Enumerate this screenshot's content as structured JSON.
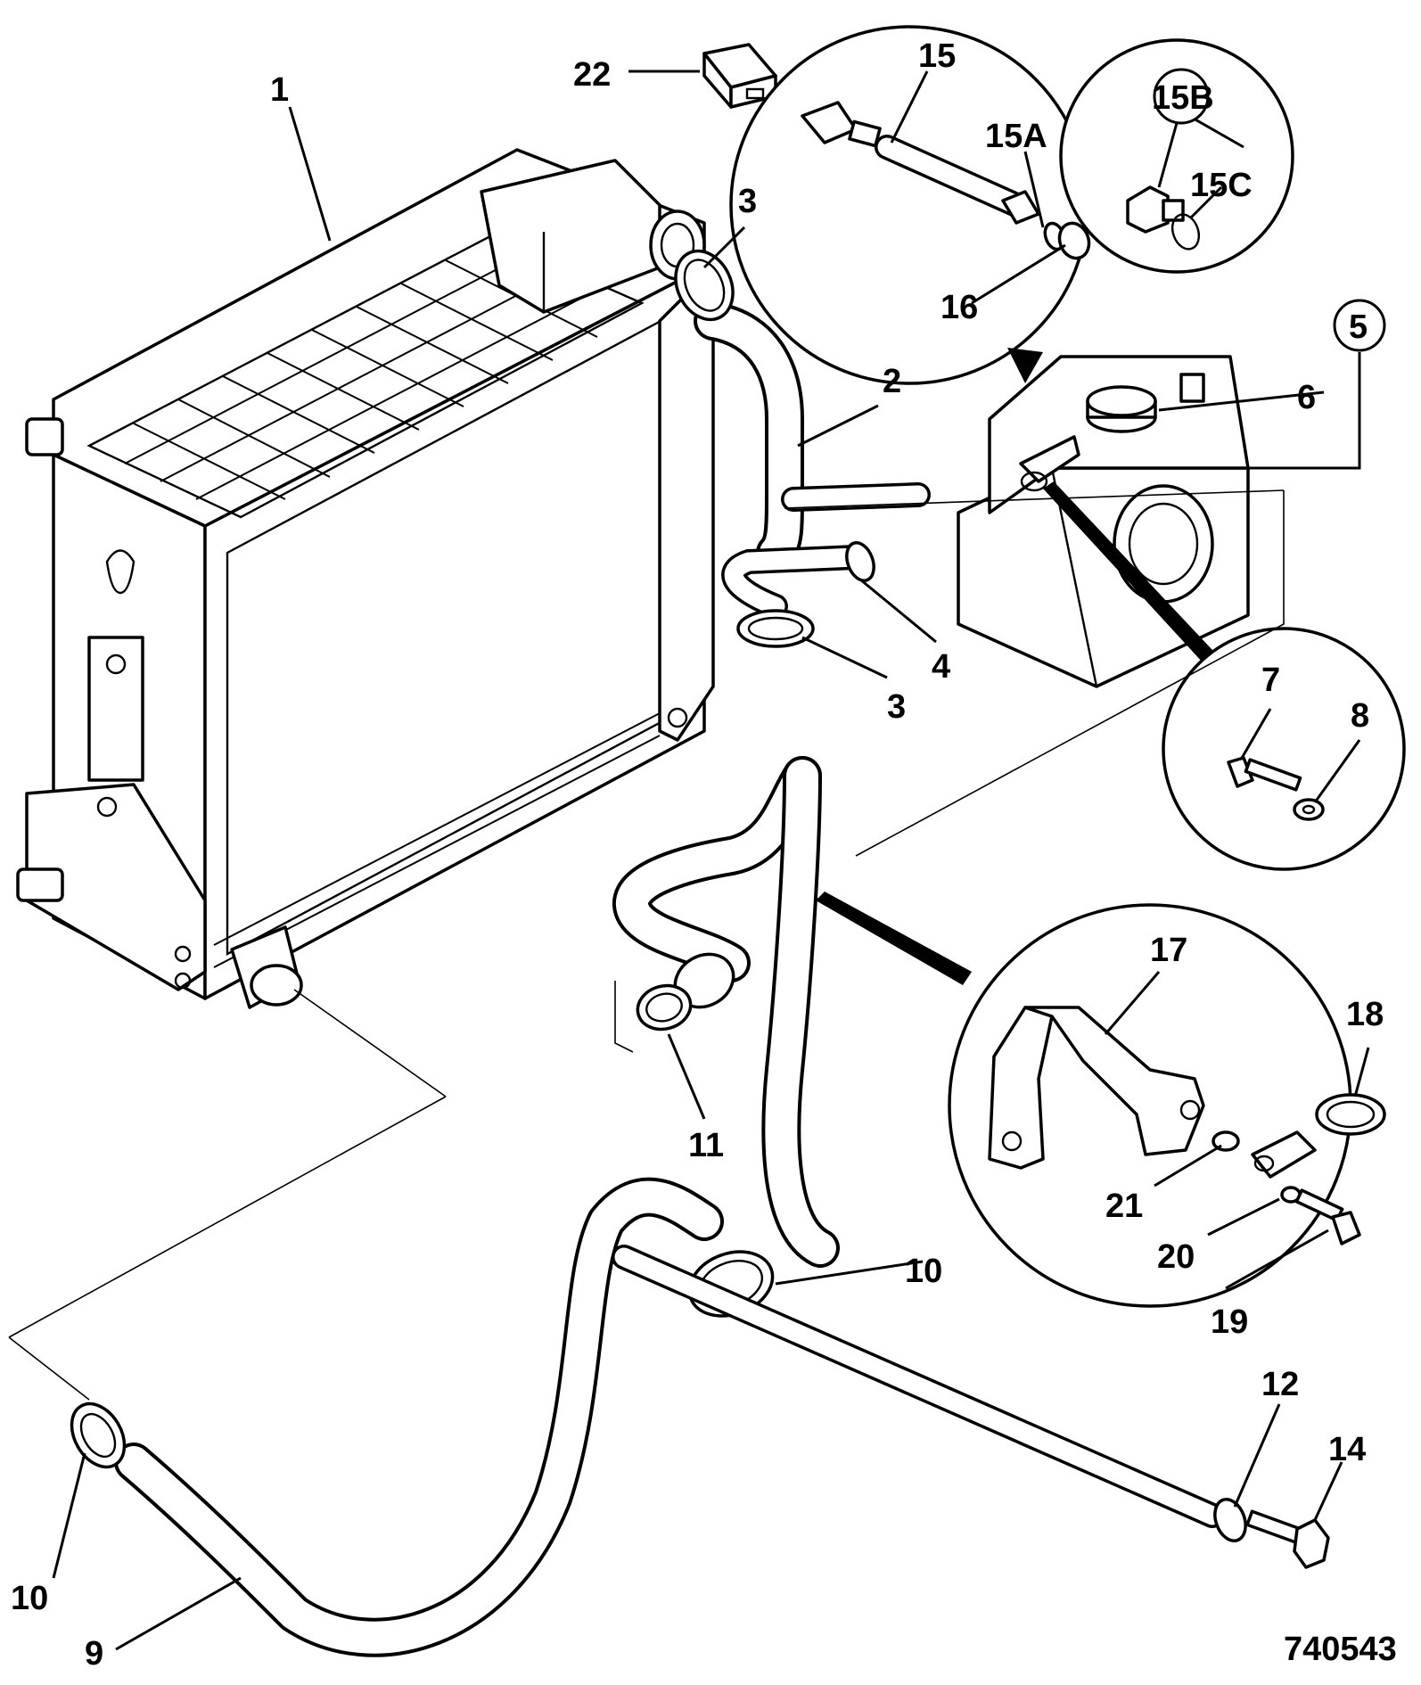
{
  "drawing_number": "740543",
  "part_labels": {
    "p1": "1",
    "p2": "2",
    "p3a": "3",
    "p3b": "3",
    "p4": "4",
    "p5": "5",
    "p6": "6",
    "p7": "7",
    "p8": "8",
    "p9": "9",
    "p10a": "10",
    "p10b": "10",
    "p11": "11",
    "p12": "12",
    "p14": "14",
    "p15": "15",
    "p15a": "15A",
    "p15b": "15B",
    "p15c": "15C",
    "p16": "16",
    "p17": "17",
    "p18": "18",
    "p19": "19",
    "p20": "20",
    "p21": "21",
    "p22": "22"
  },
  "callouts": [
    "sender-detail",
    "sensor-detail",
    "bolt-washer-detail",
    "bracket-clamp-detail"
  ]
}
